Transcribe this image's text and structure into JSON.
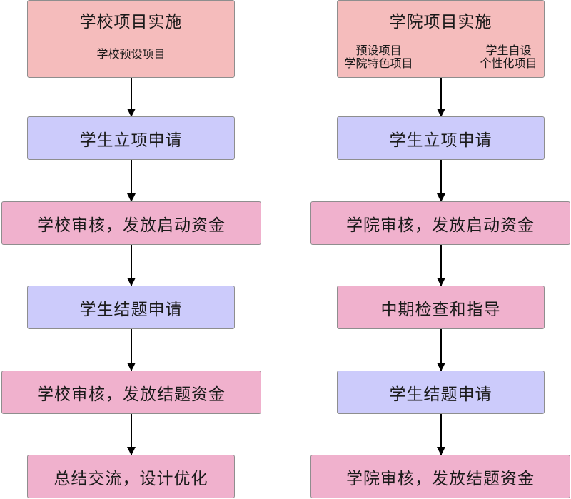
{
  "left": {
    "header": {
      "title": "学校项目实施",
      "sub": "学校预设项目"
    },
    "steps": [
      "学生立项申请",
      "学校审核，发放启动资金",
      "学生结题申请",
      "学校审核，发放结题资金",
      "总结交流，设计优化"
    ]
  },
  "right": {
    "header": {
      "title": "学院项目实施",
      "sub_left": [
        "预设项目",
        "学院特色项目"
      ],
      "sub_right": [
        "学生自设",
        "个性化项目"
      ]
    },
    "steps": [
      "学生立项申请",
      "学院审核，发放启动资金",
      "中期检查和指导",
      "学生结题申请",
      "学院审核，发放结题资金"
    ]
  },
  "colors": {
    "header_fill": "#f5bcbc",
    "student_step_fill": "#cccbfb",
    "review_step_fill": "#f0b1cd",
    "border": "#8e8e8e",
    "arrow": "#000000"
  }
}
